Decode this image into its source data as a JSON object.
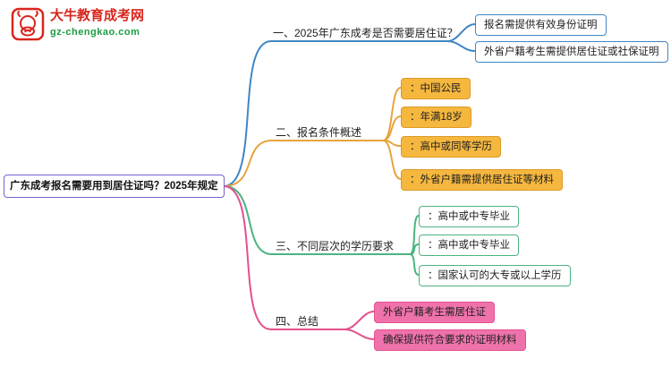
{
  "logo": {
    "title": "大牛教育成考网",
    "subtitle": "gz-chengkao.com",
    "brand_red": "#d9251c",
    "brand_green": "#1a9e3f"
  },
  "root": {
    "label": "广东成考报名需要用到居住证吗？2025年规定",
    "border_color": "#7a5fd0"
  },
  "branches": [
    {
      "label": "一、2025年广东成考是否需要居住证？",
      "color": "#4186c5",
      "children": [
        "报名需提供有效身份证明",
        "外省户籍考生需提供居住证或社保证明"
      ]
    },
    {
      "label": "二、报名条件概述",
      "color": "#e8a33d",
      "box_fill": "#f5b73e",
      "children": [
        "：中国公民",
        "：年满18岁",
        "：高中或同等学历",
        "：外省户籍需提供居住证等材料"
      ]
    },
    {
      "label": "三、不同层次的学历要求",
      "color": "#4db380",
      "children": [
        "：高中或中专毕业",
        "：高中或中专毕业",
        "：国家认可的大专或以上学历"
      ]
    },
    {
      "label": "四、总结",
      "color": "#e4508f",
      "box_fill": "#ef72ab",
      "children": [
        "外省户籍考生需居住证",
        "确保提供符合要求的证明材料"
      ]
    }
  ]
}
